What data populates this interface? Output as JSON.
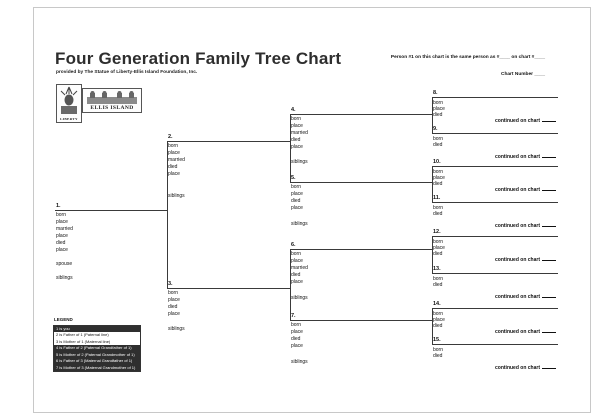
{
  "header": {
    "title": "Four Generation Family Tree Chart",
    "subtitle": "provided by The Statue of Liberty-Ellis Island Foundation, Inc.",
    "person_ref_note": "Person #1 on this chart is the same person as #____ on chart #____",
    "chart_number": "Chart Number ____"
  },
  "logos": {
    "liberty": "LIBERTY",
    "ellis_island": "ELLIS ISLAND"
  },
  "labels": {
    "continued": "continued on chart"
  },
  "persons": [
    {
      "num": "1.",
      "fields": [
        "born",
        "place",
        "married",
        "place",
        "died",
        "place"
      ],
      "extras": [
        "spouse",
        "siblings"
      ]
    },
    {
      "num": "2.",
      "fields": [
        "born",
        "place",
        "married",
        "died",
        "place"
      ],
      "extras": [
        "siblings"
      ]
    },
    {
      "num": "3.",
      "fields": [
        "born",
        "place",
        "died",
        "place"
      ],
      "extras": [
        "siblings"
      ]
    },
    {
      "num": "4.",
      "fields": [
        "born",
        "place",
        "married",
        "died",
        "place"
      ],
      "extras": [
        "siblings"
      ]
    },
    {
      "num": "5.",
      "fields": [
        "born",
        "place",
        "died",
        "place"
      ],
      "extras": [
        "siblings"
      ]
    },
    {
      "num": "6.",
      "fields": [
        "born",
        "place",
        "married",
        "died",
        "place"
      ],
      "extras": [
        "siblings"
      ]
    },
    {
      "num": "7.",
      "fields": [
        "born",
        "place",
        "died",
        "place"
      ],
      "extras": [
        "siblings"
      ]
    },
    {
      "num": "8.",
      "fields": [
        "born",
        "place",
        "died"
      ]
    },
    {
      "num": "9.",
      "fields": [
        "born",
        "died"
      ]
    },
    {
      "num": "10.",
      "fields": [
        "born",
        "place",
        "died"
      ]
    },
    {
      "num": "11.",
      "fields": [
        "born",
        "died"
      ]
    },
    {
      "num": "12.",
      "fields": [
        "born",
        "place",
        "died"
      ]
    },
    {
      "num": "13.",
      "fields": [
        "born",
        "died"
      ]
    },
    {
      "num": "14.",
      "fields": [
        "born",
        "place",
        "died"
      ]
    },
    {
      "num": "15.",
      "fields": [
        "born",
        "died"
      ]
    }
  ],
  "legend": {
    "title": "LEGEND",
    "rows": [
      "1 is you",
      "2 is Father of 1 (Paternal line)",
      "3 is Mother of 1 (Maternal line)",
      "4 is Father of 2 (Paternal Grandfather of 1)",
      "5 is Mother of 2 (Paternal Grandmother of 1)",
      "6 is Father of 3 (Maternal Grandfather of 1)",
      "7 is Mother of 3 (Maternal Grandmother of 1)"
    ]
  },
  "colors": {
    "line": "#3a3a3a",
    "text": "#1a1a1a",
    "legend_highlight": "#2f2f2f",
    "page_border": "#c8c8c8"
  }
}
